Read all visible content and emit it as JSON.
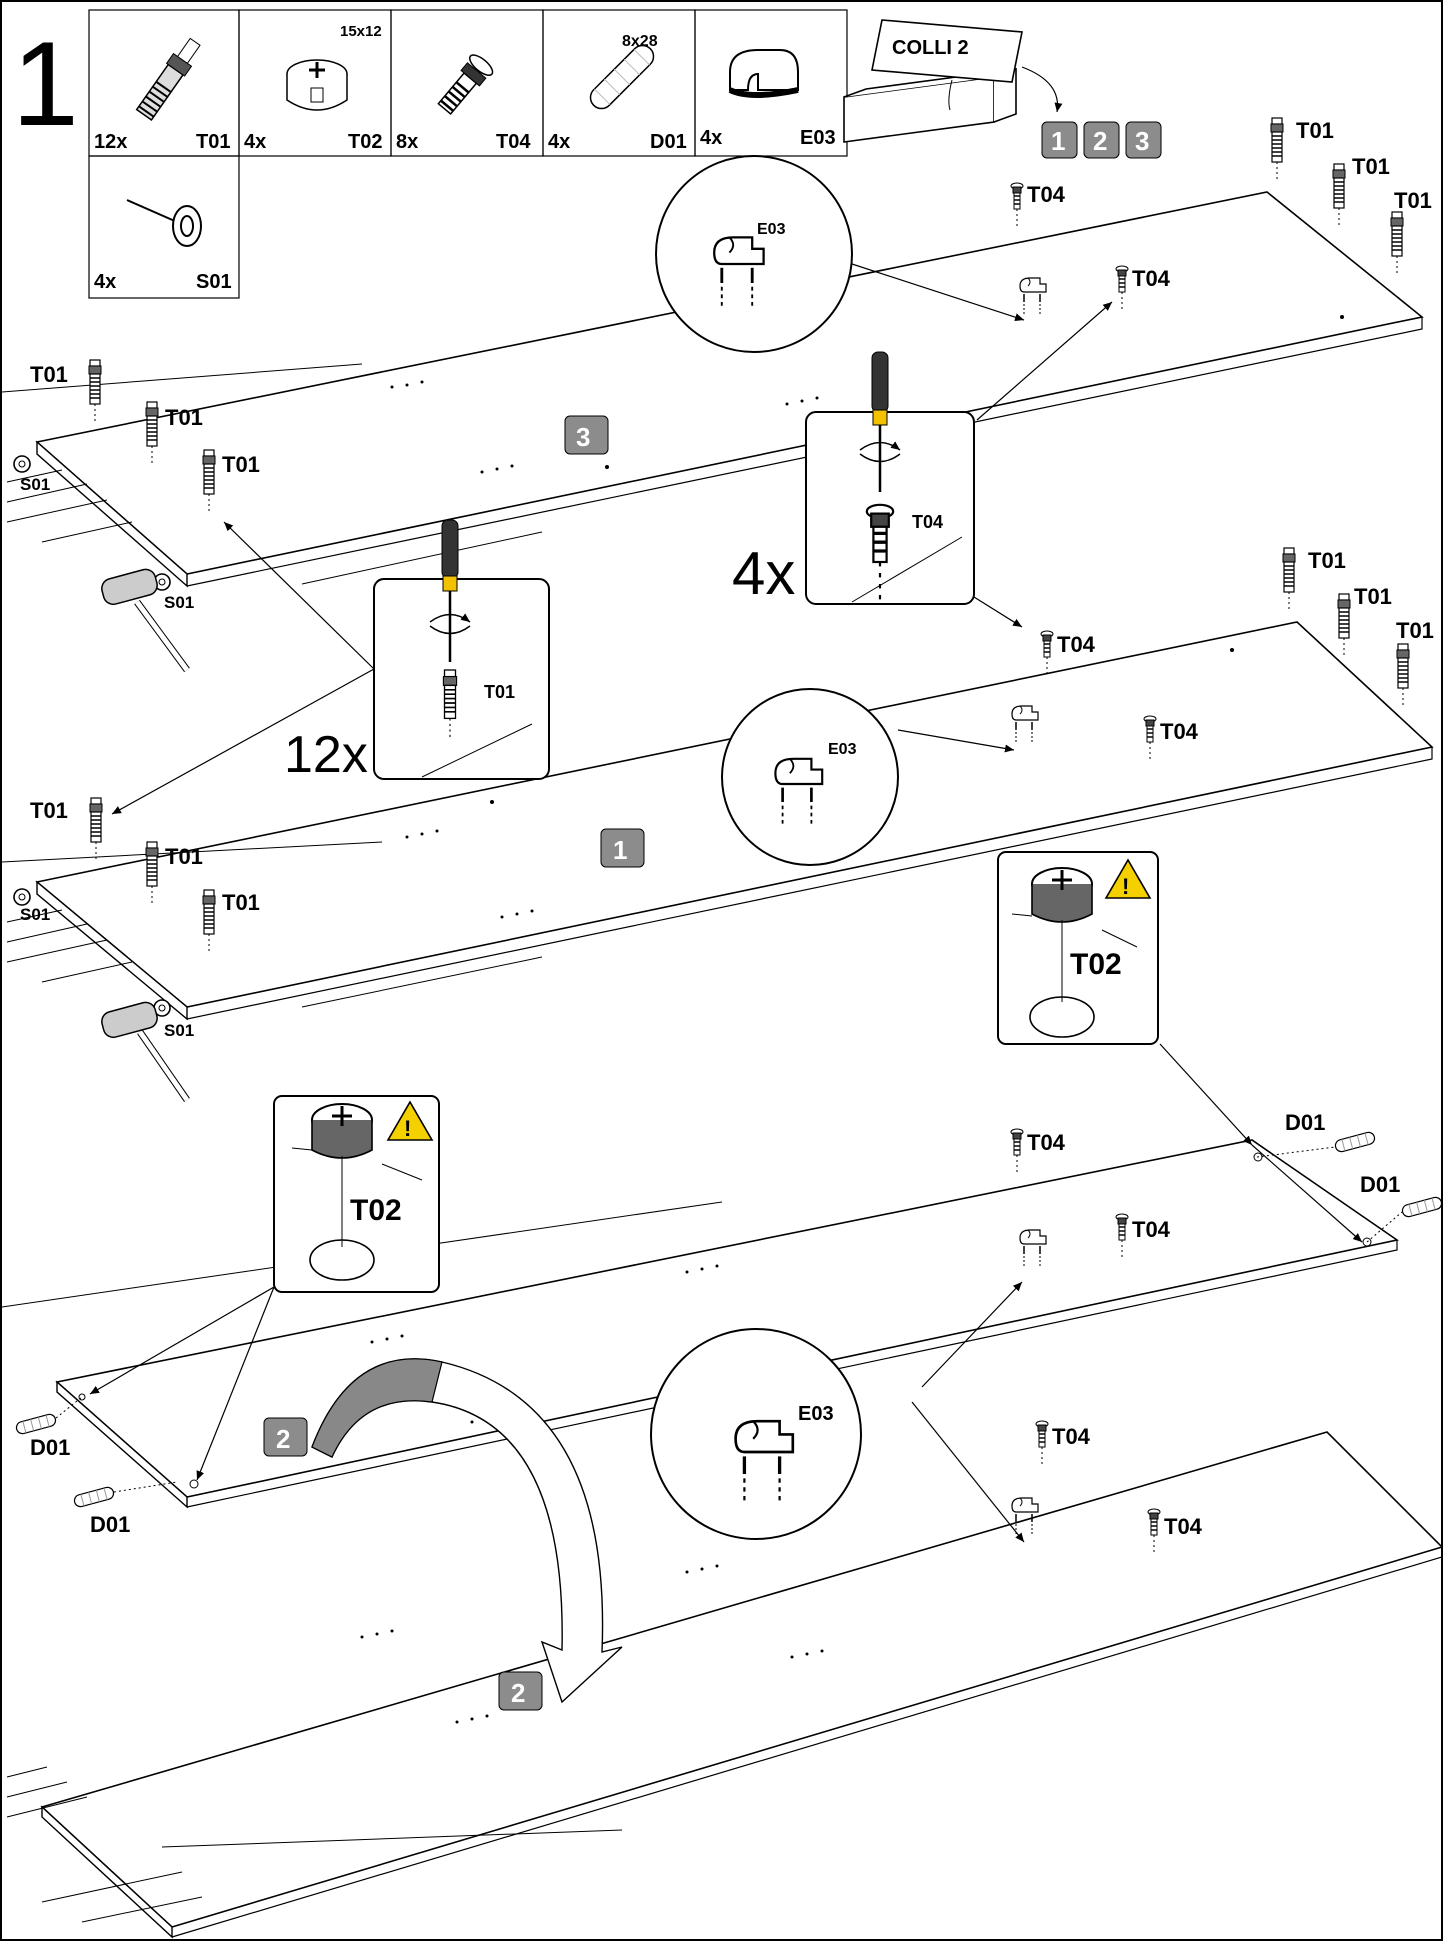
{
  "step_number": "1",
  "parts": [
    {
      "qty": "12x",
      "code": "T01",
      "icon": "cam-bolt-icon",
      "size": ""
    },
    {
      "qty": "4x",
      "code": "T02",
      "icon": "cam-lock-icon",
      "size": "15x12"
    },
    {
      "qty": "8x",
      "code": "T04",
      "icon": "screw-connector-icon",
      "size": ""
    },
    {
      "qty": "4x",
      "code": "D01",
      "icon": "wood-dowel-icon",
      "size": "8x28"
    },
    {
      "qty": "4x",
      "code": "E03",
      "icon": "shelf-support-icon",
      "size": ""
    },
    {
      "qty": "4x",
      "code": "S01",
      "icon": "nail-glide-icon",
      "size": ""
    }
  ],
  "colli": {
    "label": "COLLI 2",
    "panels": [
      "1",
      "2",
      "3"
    ]
  },
  "badges": {
    "panel_3": "3",
    "panel_1": "1",
    "panel_2a": "2",
    "panel_2b": "2"
  },
  "multipliers": {
    "t04_times": "4x",
    "t01_times": "12x"
  },
  "labels": {
    "t01": "T01",
    "t02": "T02",
    "t04": "T04",
    "s01": "S01",
    "e03": "E03",
    "d01": "D01"
  },
  "colors": {
    "badge_fill": "#8c8c8c",
    "screwdriver_yellow": "#f2c200",
    "warning_yellow": "#f5d000"
  }
}
